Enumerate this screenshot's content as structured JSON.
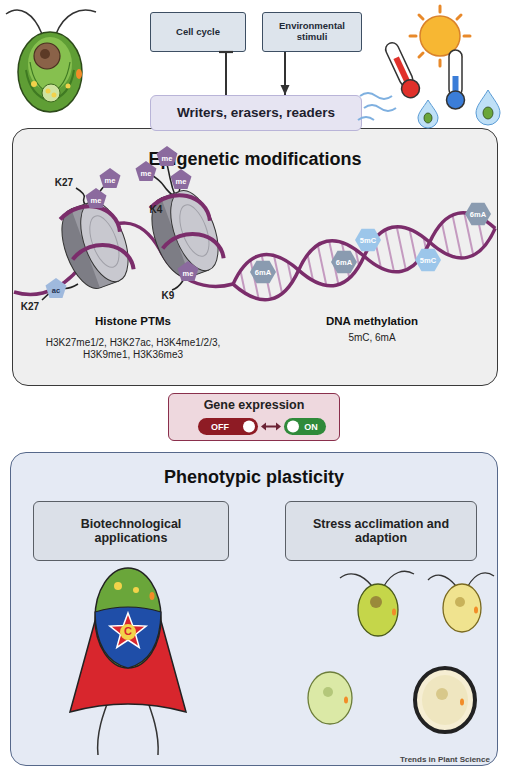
{
  "diagram": {
    "nodes": [
      {
        "text": [
          "Cell cycle"
        ]
      },
      {
        "text": [
          "Environmental stimuli"
        ]
      },
      {
        "text": [
          "Writers, erasers, readers"
        ]
      },
      {
        "text": [
          "Epigenetic modifications"
        ]
      },
      {
        "text": [
          "Gene expression"
        ]
      },
      {
        "text": [
          "Phenotypic plasticity"
        ]
      },
      {
        "text": [
          "Biotechnological applications"
        ],
        "in": 5
      },
      {
        "text": [
          "Stress acclimation and adaption"
        ],
        "in": 5
      }
    ],
    "edges": [
      {
        "from": 2,
        "to": 0,
        "arrow": "to"
      },
      {
        "from": 1,
        "to": 2,
        "arrow": "to"
      }
    ],
    "labels": [
      "K27",
      "me",
      "me",
      "K4",
      "me",
      "me",
      "me",
      "K9",
      "me",
      "K27",
      "ac",
      "6mA",
      "6mA",
      "5mC",
      "5mC",
      "6mA",
      "Histone PTMs",
      "H3K27me1/2, H3K27ac, H3K4me1/2/3, H3K9me1, H3K36me3",
      "DNA methylation",
      "5mC, 6mA",
      "OFF",
      "ON",
      "C",
      "Trends in Plant Science"
    ]
  }
}
